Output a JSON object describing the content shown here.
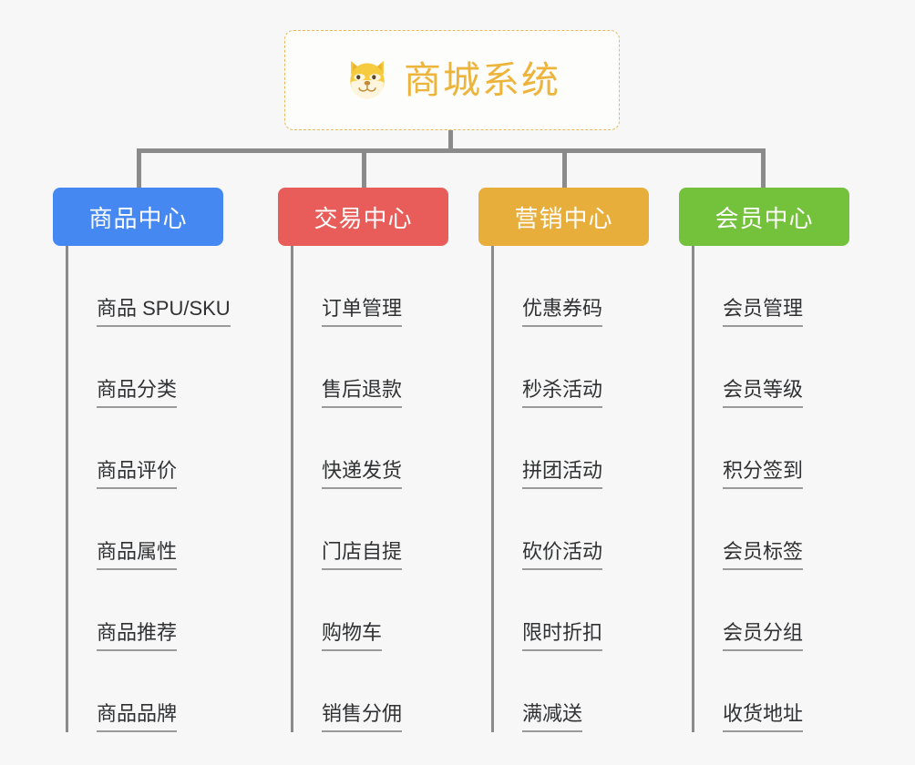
{
  "root": {
    "title": "商城系统",
    "icon": "shiba-dog-face-icon",
    "accent_color": "#edb43c",
    "border_color": "#e7b85c",
    "background": "#fdfdfc"
  },
  "canvas": {
    "background": "#f7f7f7",
    "connector_color": "#8b8b8b"
  },
  "columns": [
    {
      "id": "product-center",
      "label": "商品中心",
      "color": "#4688f1",
      "items": [
        "商品 SPU/SKU",
        "商品分类",
        "商品评价",
        "商品属性",
        "商品推荐",
        "商品品牌"
      ]
    },
    {
      "id": "trade-center",
      "label": "交易中心",
      "color": "#e85d59",
      "items": [
        "订单管理",
        "售后退款",
        "快递发货",
        "门店自提",
        "购物车",
        "销售分佣"
      ]
    },
    {
      "id": "marketing-center",
      "label": "营销中心",
      "color": "#e8ae3c",
      "items": [
        "优惠券码",
        "秒杀活动",
        "拼团活动",
        "砍价活动",
        "限时折扣",
        "满减送"
      ]
    },
    {
      "id": "member-center",
      "label": "会员中心",
      "color": "#74c13c",
      "items": [
        "会员管理",
        "会员等级",
        "积分签到",
        "会员标签",
        "会员分组",
        "收货地址"
      ]
    }
  ]
}
